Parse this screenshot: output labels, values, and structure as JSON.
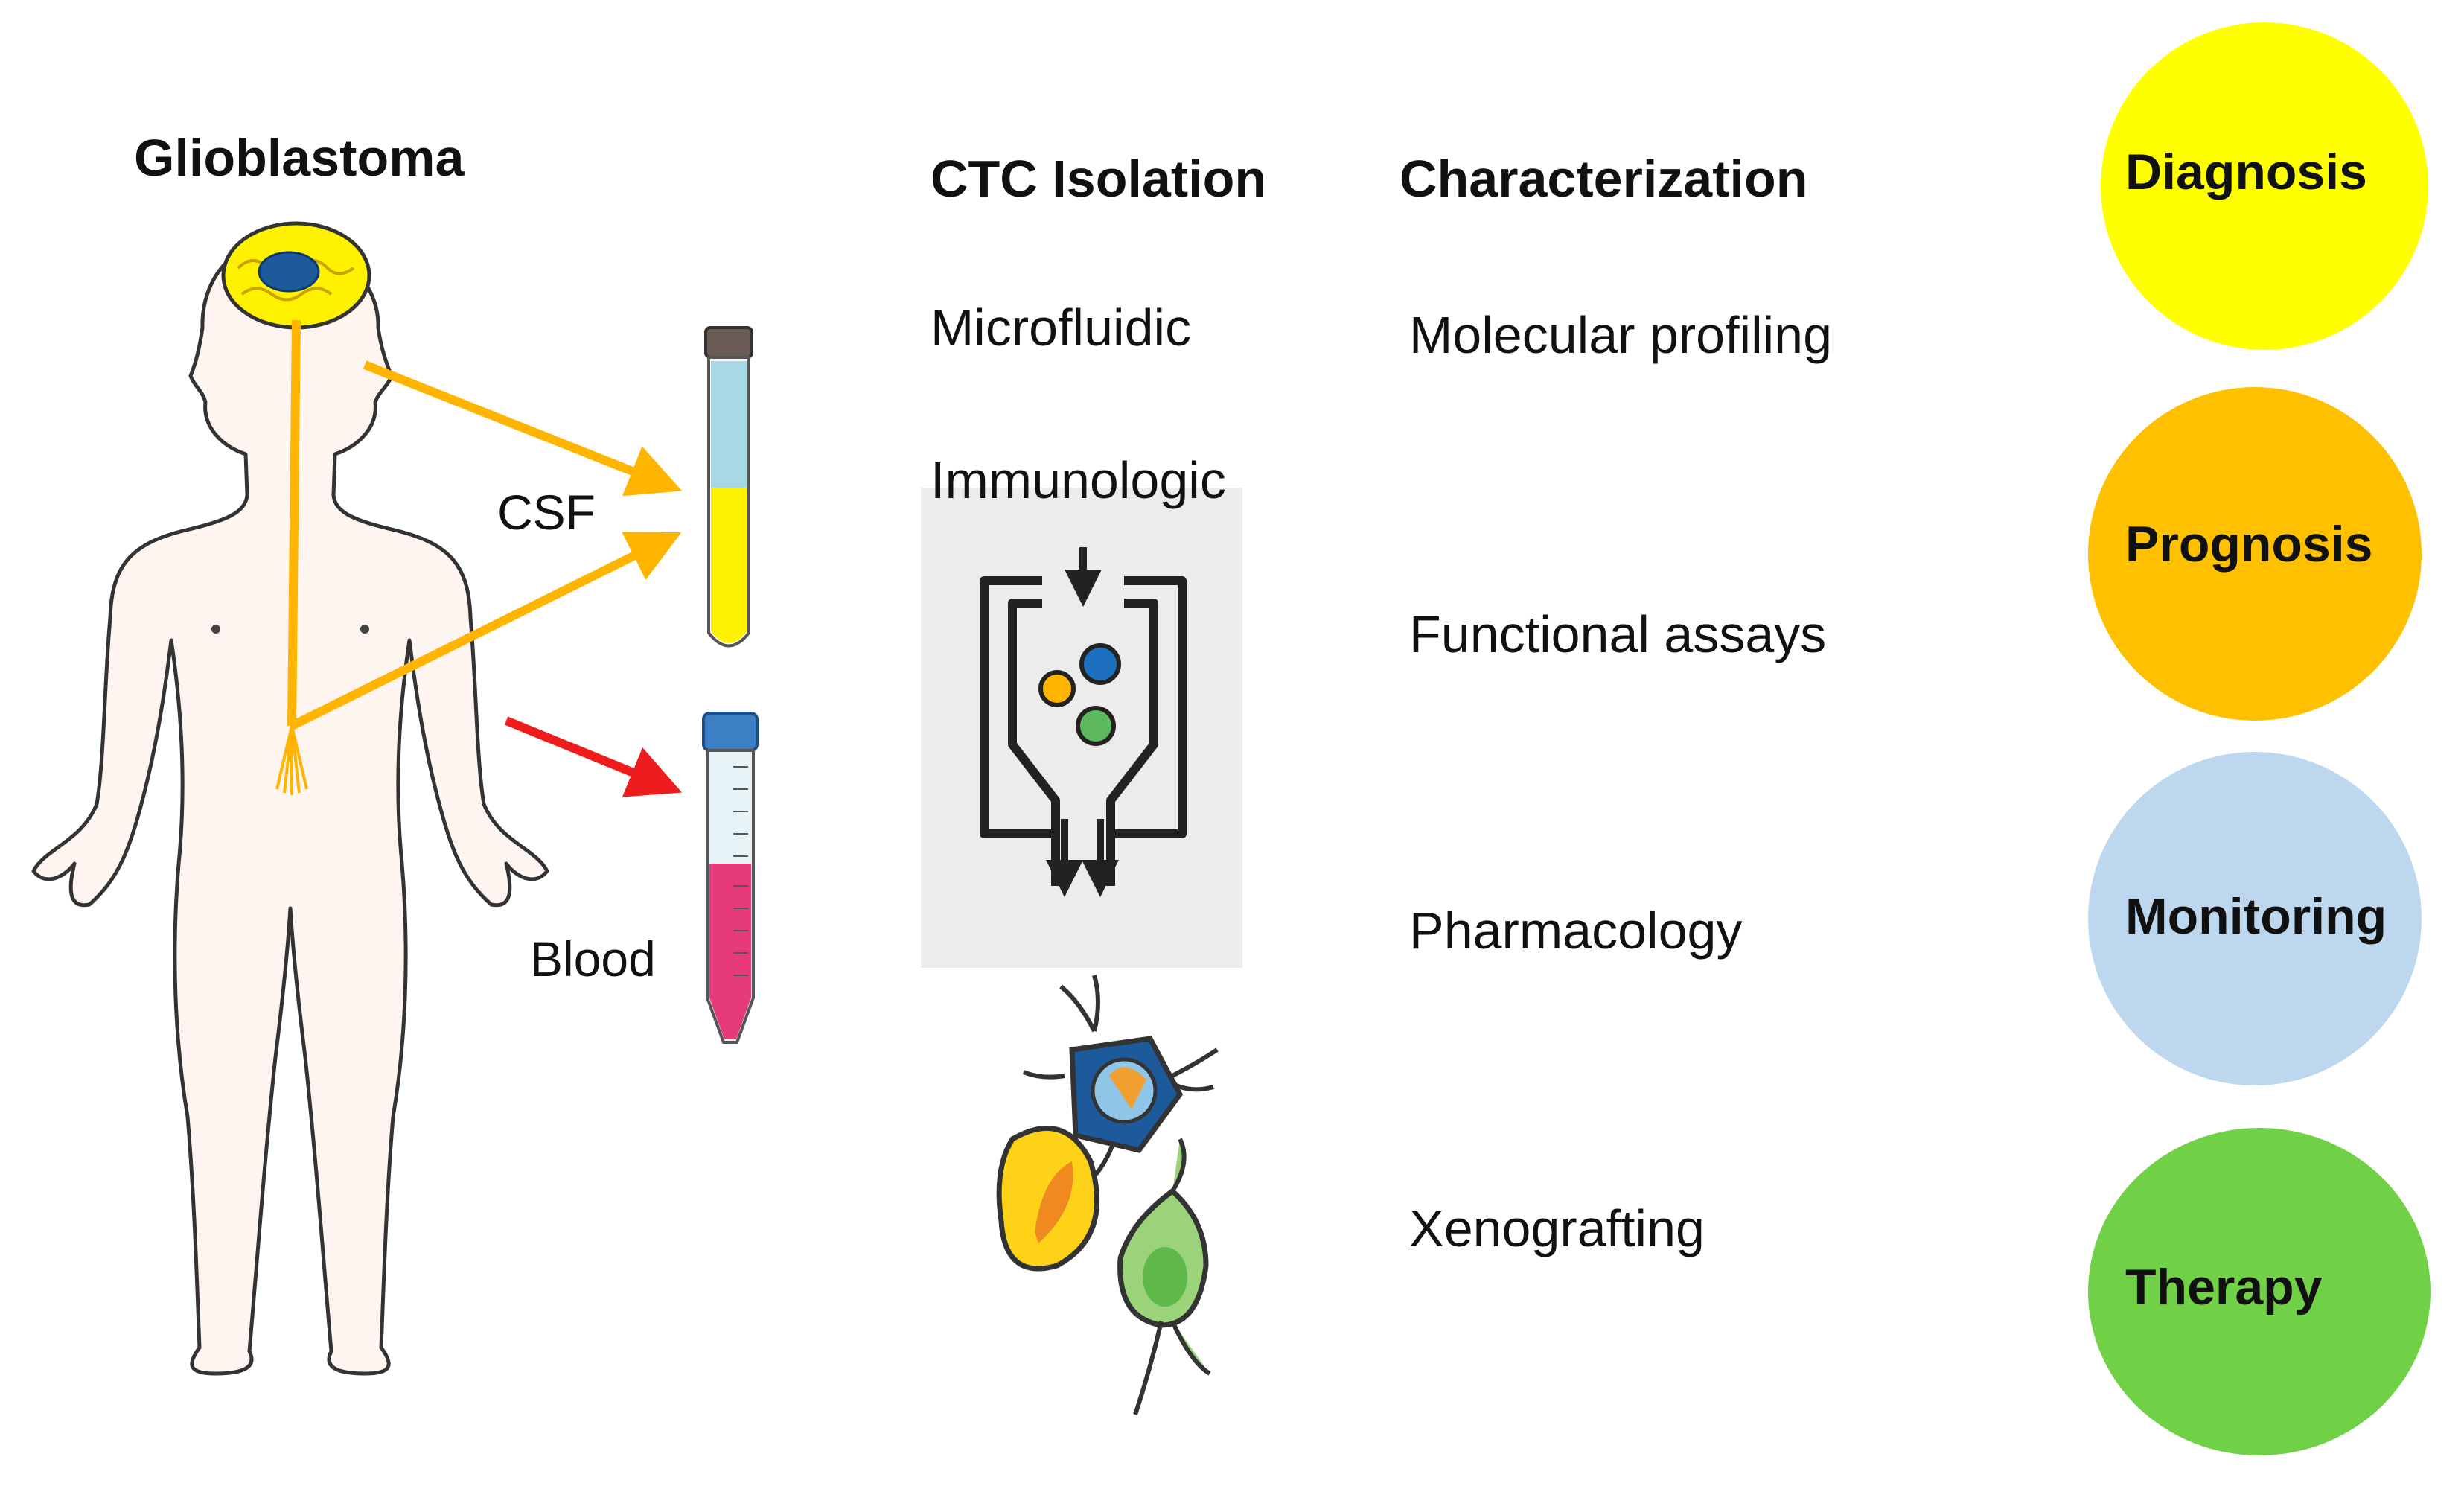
{
  "left": {
    "title": "Glioblastoma",
    "csf_label": "CSF",
    "blood_label": "Blood"
  },
  "isolation": {
    "header": "CTC Isolation",
    "methods": [
      "Microfluidic",
      "Immunologic"
    ]
  },
  "characterization": {
    "header": "Characterization",
    "items": [
      "Molecular profiling",
      "Functional assays",
      "Pharmacology",
      "Xenografting"
    ]
  },
  "outcomes": [
    {
      "label": "Diagnosis",
      "color": "#ffff00"
    },
    {
      "label": "Prognosis",
      "color": "#ffc000"
    },
    {
      "label": "Monitoring",
      "color": "#bdd7ee"
    },
    {
      "label": "Therapy",
      "color": "#70d147"
    }
  ],
  "colors": {
    "csf_arrow": "#ffb400",
    "blood_arrow": "#ee1c1c",
    "brain": "#fff200",
    "tumor": "#1d5a9c",
    "csf_fluid": "#fff200",
    "csf_upper": "#a8d8e4",
    "blood_fluid": "#e63a7a"
  }
}
